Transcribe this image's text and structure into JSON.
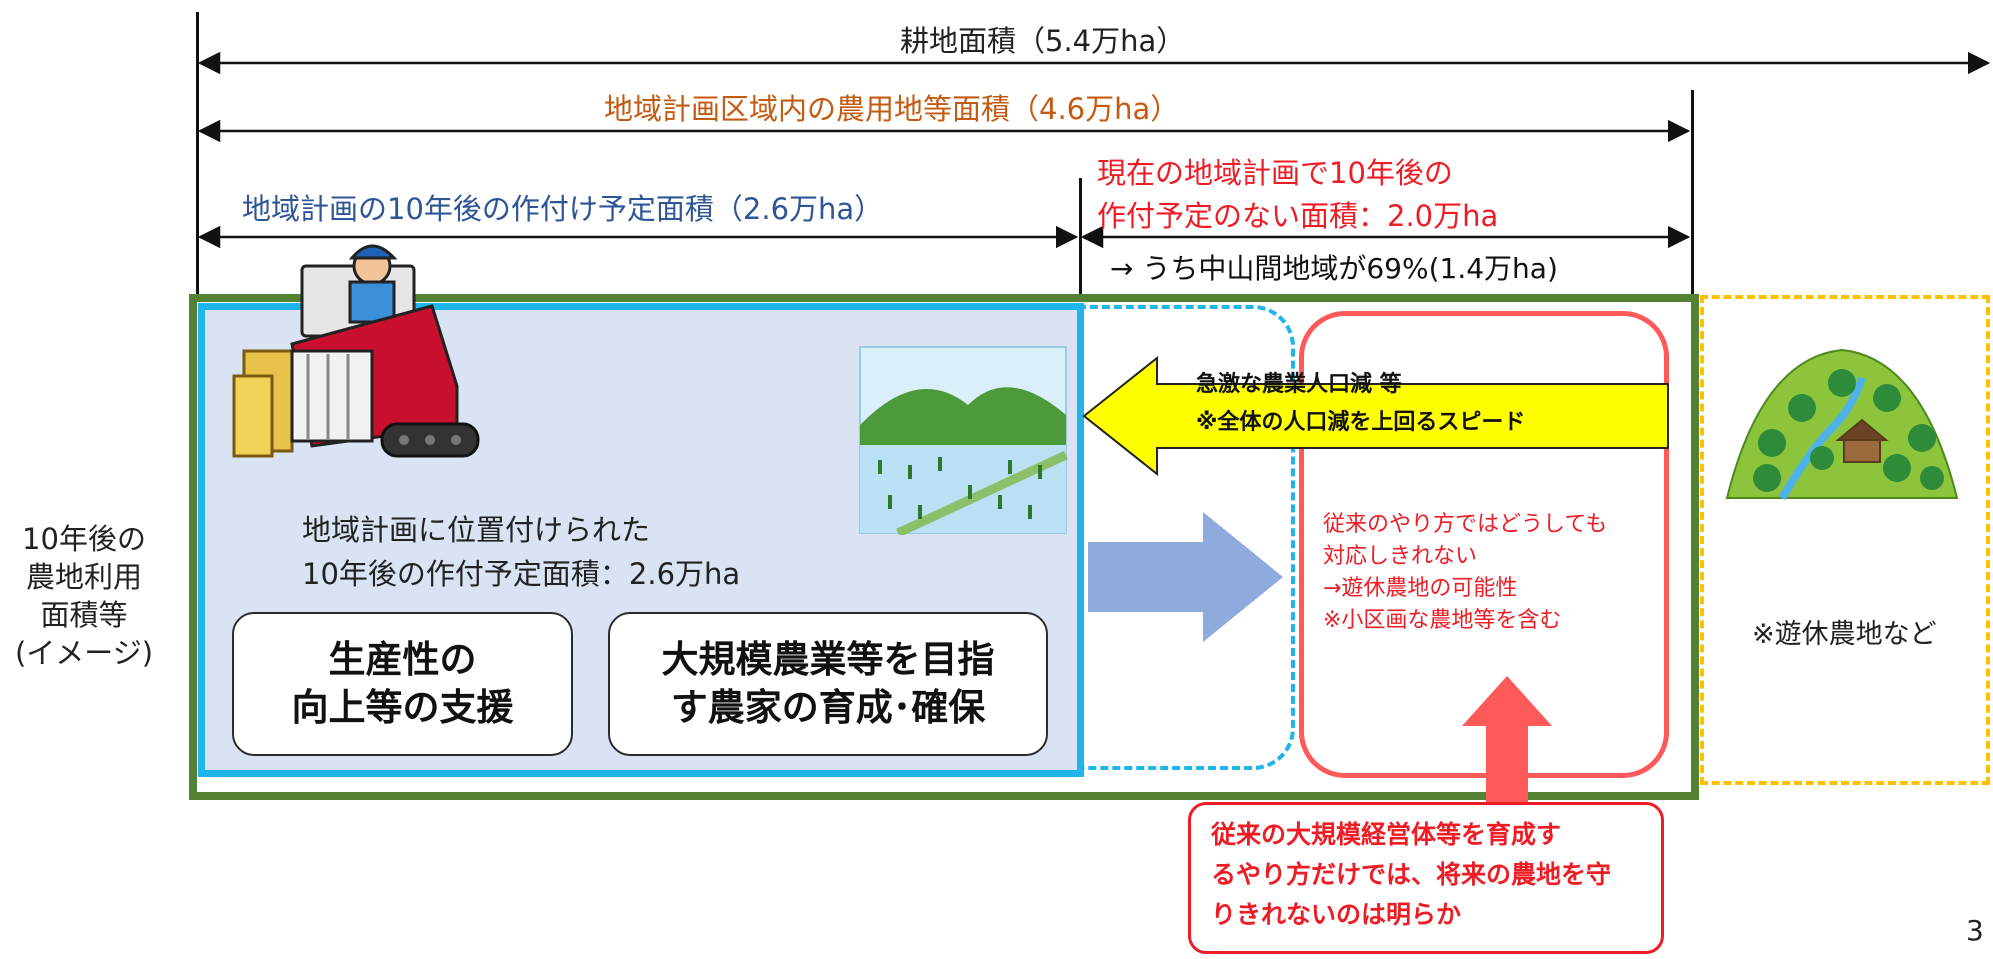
{
  "dimensions": {
    "total": "耕地面積（5.4万ha）",
    "plan_area": "地域計画区域内の農用地等面積（4.6万ha）",
    "planned_10y": "地域計画の10年後の作付け予定面積（2.6万ha）",
    "unplanned_line1": "現在の地域計画で10年後の",
    "unplanned_line2": "作付予定のない面積：2.0万ha",
    "mountain_share": "→ うち中山間地域が69%(1.4万ha)"
  },
  "left_label": [
    "10年後の",
    "農地利用",
    "面積等",
    "(イメージ)"
  ],
  "main_box": {
    "caption_line1": "地域計画に位置付けられた",
    "caption_line2": "10年後の作付予定面積：2.6万ha",
    "support_box": "生産性の\n向上等の支援",
    "farmer_box": "大規模農業等を目指\nす農家の育成･確保"
  },
  "yellow_arrow": {
    "line1": "急激な農業人口減 等",
    "line2": "※全体の人口減を上回るスピード"
  },
  "red_box_text": [
    "従来のやり方ではどうしても",
    "対応しきれない",
    "→遊休農地の可能性",
    "※小区画な農地等を含む"
  ],
  "idle_label": "※遊休農地など",
  "bottom_callout": [
    "従来の大規模経営体等を育成す",
    "るやり方だけでは、将来の農地を守",
    "りきれないのは明らか"
  ],
  "page_number": "3",
  "colors": {
    "green_frame": "#548235",
    "blue_frame": "#1fb5ea",
    "blue_fill": "#dae3f3",
    "orange_text": "#c55a11",
    "blue_text": "#2f5597",
    "red": "#ee1c24",
    "red_frame": "#ff5a5a",
    "yellow": "#ffff00",
    "yellow_dash": "#ffc000",
    "arrow_blue": "#8faadc"
  },
  "icons": [
    "combine-harvester-farmer-icon",
    "rice-field-icon",
    "forest-village-icon"
  ]
}
